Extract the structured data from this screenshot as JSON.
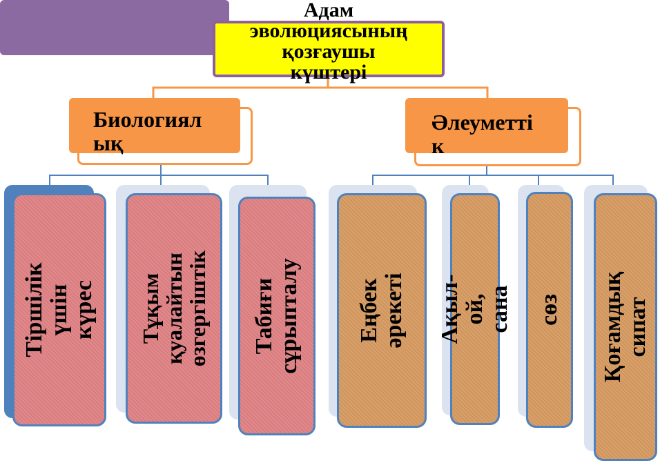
{
  "root": {
    "label": "Адам\nэволюциясының\nқозғаушы\nкүштері"
  },
  "categories": [
    {
      "label": "Биологиял\nық"
    },
    {
      "label": "Әлеуметті\nк"
    }
  ],
  "leaves": [
    {
      "label": "Тіршілік үшін\nкүрес"
    },
    {
      "label": "Тұқым\nқуалайтын\nөзгергіштік"
    },
    {
      "label": "Табиғи\nсұрыпталу"
    },
    {
      "label": "Еңбек әрекеті"
    },
    {
      "label": "Ақыл-ой, сана"
    },
    {
      "label": "сөз"
    },
    {
      "label": "Қоғамдық сипат"
    }
  ],
  "colors": {
    "root_fill": "#ffff00",
    "root_border": "#8e5fa0",
    "category": "#f79646",
    "leaf_border": "#4f81bd",
    "bio_leaf": "#e08a8c",
    "social_leaf": "#d9a06a"
  }
}
